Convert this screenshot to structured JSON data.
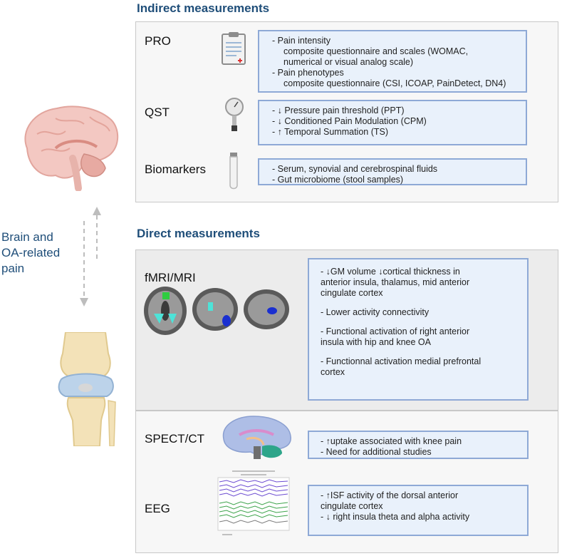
{
  "side_label": [
    "Brain and",
    "OA-related",
    "pain"
  ],
  "indirect": {
    "title": "Indirect measurements",
    "pro": {
      "label": "PRO",
      "lines": [
        {
          "text": "- Pain intensity",
          "indent": false
        },
        {
          "text": "composite questionnaire and scales (WOMAC,",
          "indent": true
        },
        {
          "text": "numerical or visual analog scale)",
          "indent": true
        },
        {
          "text": "- Pain phenotypes",
          "indent": false
        },
        {
          "text": "composite questionnaire (CSI, ICOAP, PainDetect, DN4)",
          "indent": true
        }
      ]
    },
    "qst": {
      "label": "QST",
      "lines": [
        {
          "text": "- ↓ Pressure pain threshold (PPT)",
          "indent": false
        },
        {
          "text": "- ↓ Conditioned Pain Modulation (CPM)",
          "indent": false
        },
        {
          "text": "- ↑ Temporal Summation (TS)",
          "indent": false
        }
      ]
    },
    "biomarkers": {
      "label": "Biomarkers",
      "lines": [
        {
          "text": "- Serum, synovial and cerebrospinal fluids",
          "indent": false
        },
        {
          "text": "- Gut microbiome (stool samples)",
          "indent": false
        }
      ]
    }
  },
  "direct": {
    "title": "Direct measurements",
    "fmri": {
      "label": "fMRI/MRI",
      "lines": [
        {
          "text": "- ↓GM volume ↓cortical thickness in",
          "indent": false
        },
        {
          "text": "anterior insula, thalamus, mid anterior",
          "indent": false
        },
        {
          "text": "cingulate cortex",
          "indent": false
        },
        {
          "text": "",
          "gap": true
        },
        {
          "text": "- Lower activity connectivity",
          "indent": false
        },
        {
          "text": "",
          "gap": true
        },
        {
          "text": "-  Functional activation of right anterior",
          "indent": false
        },
        {
          "text": "insula with hip and knee OA",
          "indent": false
        },
        {
          "text": "",
          "gap": true
        },
        {
          "text": "- Functionnal activation medial prefrontal",
          "indent": false
        },
        {
          "text": "cortex",
          "indent": false
        }
      ]
    },
    "spect": {
      "label": "SPECT/CT",
      "lines": [
        {
          "text": "- ↑uptake associated with knee pain",
          "indent": false
        },
        {
          "text": "- Need for additional studies",
          "indent": false
        }
      ]
    },
    "eeg": {
      "label": "EEG",
      "lines": [
        {
          "text": "- ↑ISF activity of the dorsal anterior",
          "indent": false
        },
        {
          "text": "cingulate cortex",
          "indent": false
        },
        {
          "text": "- ↓ right insula theta and alpha activity",
          "indent": false
        }
      ]
    }
  },
  "colors": {
    "title": "#1f4e79",
    "box_fill": "#e9f1fb",
    "box_border": "#8ea9d6",
    "panel_fill_indirect": "#f7f7f7",
    "panel_fill_fmri": "#ececec",
    "panel_fill_lower": "#f7f7f7"
  }
}
